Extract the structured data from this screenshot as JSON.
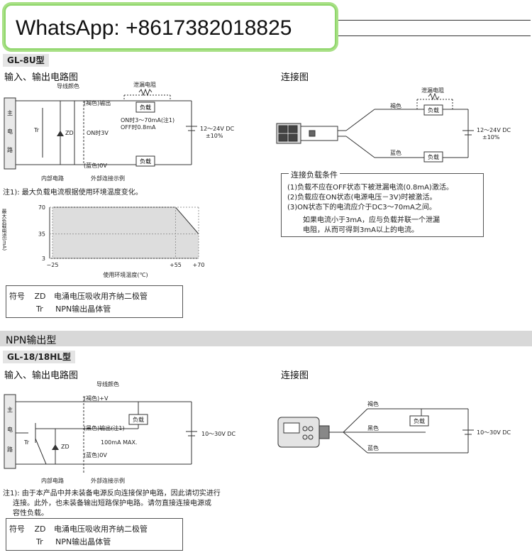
{
  "watermark": {
    "label": "WhatsApp: +8617382018825"
  },
  "section1": {
    "model": "GL-8U型",
    "circuit_title": "输入、输出电路图",
    "wiring_title": "连接图",
    "wire_color_label": "导线颜色",
    "leak_resistor": "泄漏电阻",
    "brown_out": "(褐色)输出",
    "blue_0v": "(蓝色)0V",
    "main_circuit": [
      "主",
      "电",
      "路"
    ],
    "tr": "Tr",
    "zd": "ZD",
    "on_3v": "ON时3V",
    "on_current": "ON时3～70mA(注1)",
    "off_current": "OFF时0.8mA",
    "load": "负载",
    "supply": "12～24V DC",
    "tolerance": "±10%",
    "internal": "内部电路",
    "external": "外部连接示例",
    "note1": "注1): 最大负载电流根据使用环境温度变化。",
    "chart_ylabel": "最大负载电流(mA)",
    "chart_xlabel": "使用环境温度(℃)",
    "wiring_brown": "褐色",
    "wiring_blue": "蓝色",
    "conditions_title": "连接负载条件",
    "conditions": [
      "(1)负载不应在OFF状态下被泄漏电流(0.8mA)激活。",
      "(2)负载应在ON状态(电源电压－3V)时被激活。",
      "(3)ON状态下的电流应介于DC3～70mA之间。"
    ],
    "condition_note": [
      "如果电流小于3mA，应与负载并联一个泄漏",
      "电阻，从而可得到3mA以上的电流。"
    ],
    "legend": [
      {
        "sym": "符号",
        "code": "ZD",
        "desc": "电涌电压吸收用齐纳二极管"
      },
      {
        "sym": "",
        "code": "Tr",
        "desc": "NPN输出晶体管"
      }
    ]
  },
  "chart_data": {
    "type": "line",
    "x": [
      -25,
      55,
      70
    ],
    "y": [
      70,
      70,
      35
    ],
    "xticks": [
      "−25",
      "+55",
      "+70"
    ],
    "yticks": [
      "70",
      "35",
      "3"
    ],
    "xlim": [
      -25,
      70
    ],
    "ylim": [
      3,
      70
    ],
    "xlabel": "使用环境温度(℃)",
    "ylabel": "最大负载电流(mA)"
  },
  "section2": {
    "bar_title": "NPN输出型",
    "model": "GL-18/18HL型",
    "circuit_title": "输入、输出电路图",
    "wiring_title": "连接图",
    "wire_color_label": "导线颜色",
    "brown_v": "(褐色)+V",
    "black_out": "(黑色)输出(注1)",
    "blue_0v": "(蓝色)0V",
    "max_current": "100mA MAX.",
    "load": "负载",
    "supply": "10～30V DC",
    "tr": "Tr",
    "zd": "ZD",
    "main_circuit": [
      "主",
      "电",
      "路"
    ],
    "internal": "内部电路",
    "external": "外部连接示例",
    "note1": [
      "注1): 由于本产品中并未装备电源反向连接保护电路，因此请切实进行",
      "连接。此外，也未装备输出短路保护电路。请勿直接连接电源或",
      "容性负载。"
    ],
    "wiring_brown": "褐色",
    "wiring_black": "黑色",
    "wiring_blue": "蓝色",
    "legend": [
      {
        "sym": "符号",
        "code": "ZD",
        "desc": "电涌电压吸收用齐纳二极管"
      },
      {
        "sym": "",
        "code": "Tr",
        "desc": "NPN输出晶体管"
      }
    ]
  }
}
